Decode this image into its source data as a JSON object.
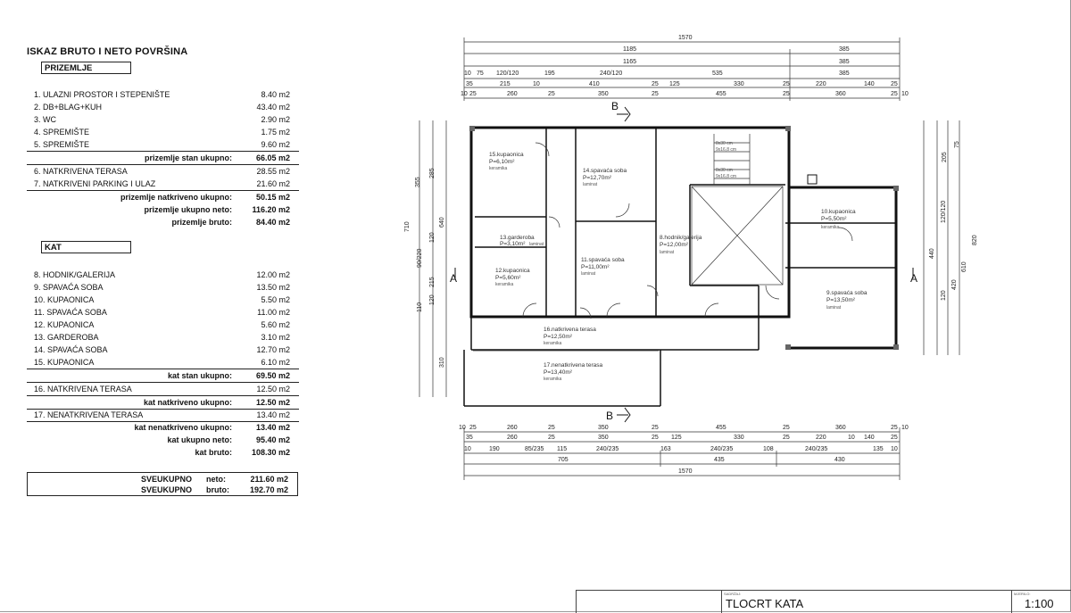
{
  "table": {
    "title": "ISKAZ BRUTO I NETO POVRŠINA",
    "ground": {
      "header": "PRIZEMLJE",
      "items": [
        {
          "label": "1. ULAZNI PROSTOR I STEPENIŠTE",
          "value": "8.40 m2"
        },
        {
          "label": "2. DB+BLAG+KUH",
          "value": "43.40 m2"
        },
        {
          "label": "3. WC",
          "value": "2.90 m2"
        },
        {
          "label": "4. SPREMIŠTE",
          "value": "1.75 m2"
        },
        {
          "label": "5. SPREMIŠTE",
          "value": "9.60 m2"
        }
      ],
      "stan_total": {
        "label": "prizemlje stan ukupno:",
        "value": "66.05 m2"
      },
      "items2": [
        {
          "label": "6. NATKRIVENA TERASA",
          "value": "28.55 m2"
        },
        {
          "label": "7. NATKRIVENI PARKING I ULAZ",
          "value": "21.60 m2"
        }
      ],
      "totals": [
        {
          "label": "prizemlje natkriveno ukupno:",
          "value": "50.15 m2"
        },
        {
          "label": "prizemlje ukupno neto:",
          "value": "116.20 m2"
        },
        {
          "label": "prizemlje bruto:",
          "value": "84.40 m2"
        }
      ]
    },
    "floor": {
      "header": "KAT",
      "items": [
        {
          "label": "8. HODNIK/GALERIJA",
          "value": "12.00 m2"
        },
        {
          "label": "9. SPAVAĆA SOBA",
          "value": "13.50 m2"
        },
        {
          "label": "10. KUPAONICA",
          "value": "5.50 m2"
        },
        {
          "label": "11. SPAVAĆA SOBA",
          "value": "11.00 m2"
        },
        {
          "label": "12. KUPAONICA",
          "value": "5.60 m2"
        },
        {
          "label": "13. GARDEROBA",
          "value": "3.10 m2"
        },
        {
          "label": "14. SPAVAĆA SOBA",
          "value": "12.70 m2"
        },
        {
          "label": "15. KUPAONICA",
          "value": "6.10 m2"
        }
      ],
      "stan_total": {
        "label": "kat stan ukupno:",
        "value": "69.50 m2"
      },
      "item16": {
        "label": "16. NATKRIVENA TERASA",
        "value": "12.50 m2"
      },
      "natkriveno": {
        "label": "kat natkriveno ukupno:",
        "value": "12.50 m2"
      },
      "item17": {
        "label": "17. NENATKRIVENA TERASA",
        "value": "13.40 m2"
      },
      "totals": [
        {
          "label": "kat nenatkriveno ukupno:",
          "value": "13.40 m2"
        },
        {
          "label": "kat ukupno neto:",
          "value": "95.40 m2"
        },
        {
          "label": "kat bruto:",
          "value": "108.30 m2"
        }
      ]
    },
    "grand": [
      {
        "a": "SVEUKUPNO",
        "b": "neto:",
        "c": "211.60 m2"
      },
      {
        "a": "SVEUKUPNO",
        "b": "bruto:",
        "c": "192.70 m2"
      }
    ]
  },
  "plan": {
    "dims_top": {
      "total": "1570",
      "row2": [
        "1185",
        "385"
      ],
      "row3": [
        "1165",
        "385"
      ],
      "row4": [
        "10",
        "75",
        "120/120",
        "195",
        "240/120",
        "535",
        "385"
      ],
      "row5": [
        "35",
        "215",
        "10",
        "410",
        "25",
        "125",
        "330",
        "25",
        "220",
        "140",
        "25"
      ],
      "row6": [
        "10",
        "25",
        "260",
        "25",
        "350",
        "25",
        "455",
        "25",
        "360",
        "25",
        "10"
      ]
    },
    "dims_bottom": {
      "row1": [
        "10",
        "25",
        "260",
        "25",
        "350",
        "25",
        "455",
        "25",
        "360",
        "25",
        "10"
      ],
      "row2": [
        "35",
        "260",
        "25",
        "350",
        "25",
        "125",
        "330",
        "25",
        "220",
        "10",
        "140",
        "25"
      ],
      "row3": [
        "10",
        "190",
        "85/235",
        "115",
        "240/235",
        "163",
        "240/235",
        "108",
        "240/235",
        "135",
        "10"
      ],
      "row4": [
        "705",
        "435",
        "430"
      ],
      "total": "1570"
    },
    "dims_left": [
      "710",
      "355",
      "285",
      "640",
      "120",
      "215",
      "90/220",
      "120",
      "110",
      "310"
    ],
    "dims_right": [
      "820",
      "610",
      "440",
      "420",
      "120",
      "205",
      "75",
      "120/120"
    ],
    "rooms": [
      {
        "name": "15.kupaonica",
        "area": "P=6,10m²",
        "mat": "keramika"
      },
      {
        "name": "14.spavaća soba",
        "area": "P=12,70m²",
        "mat": "laminat"
      },
      {
        "name": "13.garderoba",
        "area": "P=3,10m²",
        "mat": "laminat"
      },
      {
        "name": "12.kupaonica",
        "area": "P=5,60m²",
        "mat": "keramika"
      },
      {
        "name": "11.spavaća soba",
        "area": "P=11,00m²",
        "mat": "laminat"
      },
      {
        "name": "8.hodnik/galerija",
        "area": "P=12,00m²",
        "mat": "laminat"
      },
      {
        "name": "10.kupaonica",
        "area": "P=5,50m²",
        "mat": "keramika"
      },
      {
        "name": "9.spavaća soba",
        "area": "P=13,50m²",
        "mat": "laminat"
      },
      {
        "name": "16.natkrivena terasa",
        "area": "P=12,50m²",
        "mat": "keramika"
      },
      {
        "name": "17.nenatkrivena terasa",
        "area": "P=13,40m²",
        "mat": "keramika"
      }
    ],
    "stair_a": "8x30 cm\n9x16,8 cm",
    "section_labels": {
      "b_top": "B",
      "b_bottom": "B",
      "a_left": "A",
      "a_right": "A"
    }
  },
  "titleblock": {
    "sadrzaj_label": "SADRŽAJ:",
    "content": "TLOCRT KATA",
    "mjerilo_label": "MJERILO:",
    "scale": "1:100"
  }
}
